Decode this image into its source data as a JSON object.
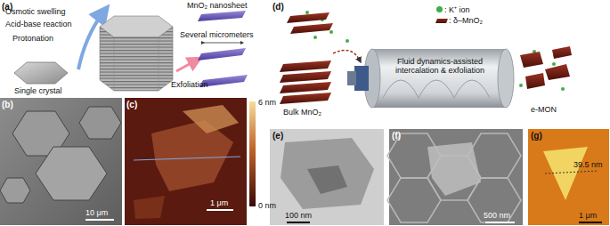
{
  "diagram": {
    "labels": [
      "(a)",
      "Osmotic swelling",
      "Acid-base reaction",
      "Protonation",
      "Single crystal",
      "MnO₂ nanosheet",
      "Several micrometers",
      "Exfoliation",
      "(b)",
      "10 μm",
      "(c)",
      "6 nm",
      "0 nm",
      "1 μm",
      "(d)",
      "Bulk MnO₂",
      "Fluid dynamics-assisted intercalation & exfoliation",
      "e-MON",
      "(e)",
      "100 nm",
      "(f)",
      "500 nm",
      "(g)",
      "39.5 nm",
      "1 μm"
    ],
    "legend": [
      {
        "text": ": K⁺ ion",
        "color": "#3fae49"
      },
      {
        "text": ": δ–MnO₂"
      }
    ]
  }
}
